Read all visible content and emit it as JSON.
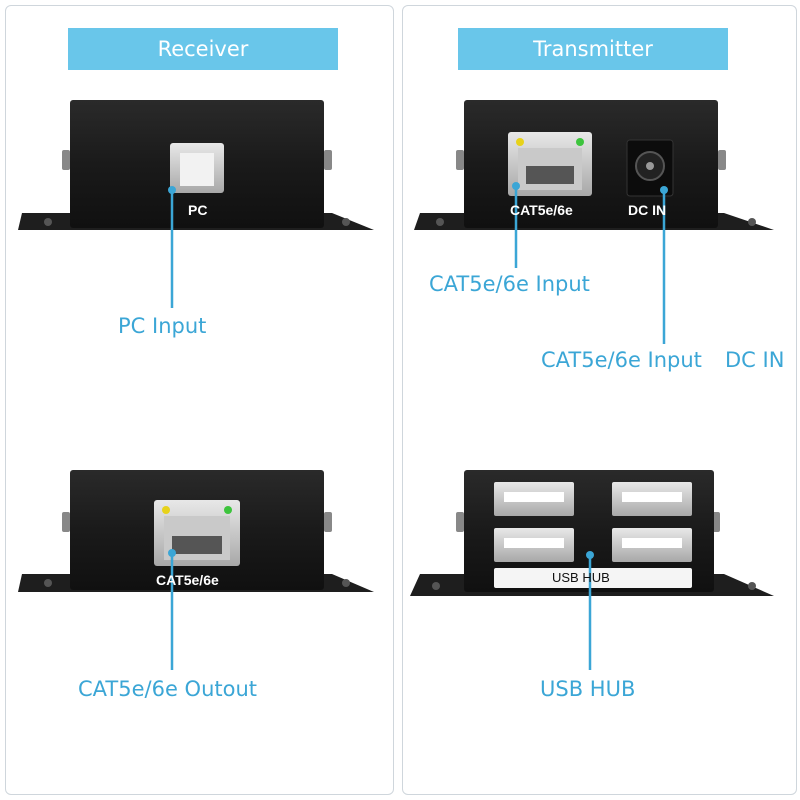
{
  "receiver": {
    "header": "Receiver",
    "top_device": {
      "port_label": "PC",
      "callout": "PC Input"
    },
    "bottom_device": {
      "port_label": "CAT5e/6e",
      "callout": "CAT5e/6e Outout"
    }
  },
  "transmitter": {
    "header": "Transmitter",
    "top_device": {
      "port_label_rj45": "CAT5e/6e",
      "port_label_dc": "DC IN",
      "callout_rj45": "CAT5e/6e Input",
      "callout_dc_prefix": "CAT5e/6e Input",
      "callout_dc": "DC IN"
    },
    "bottom_device": {
      "strip_label": "USB HUB",
      "callout": "USB HUB"
    }
  },
  "colors": {
    "accent": "#69c6ea",
    "callout_text": "#3ba6d6",
    "device_body": "#1b1b1b",
    "panel_border": "#cfd6dc"
  }
}
